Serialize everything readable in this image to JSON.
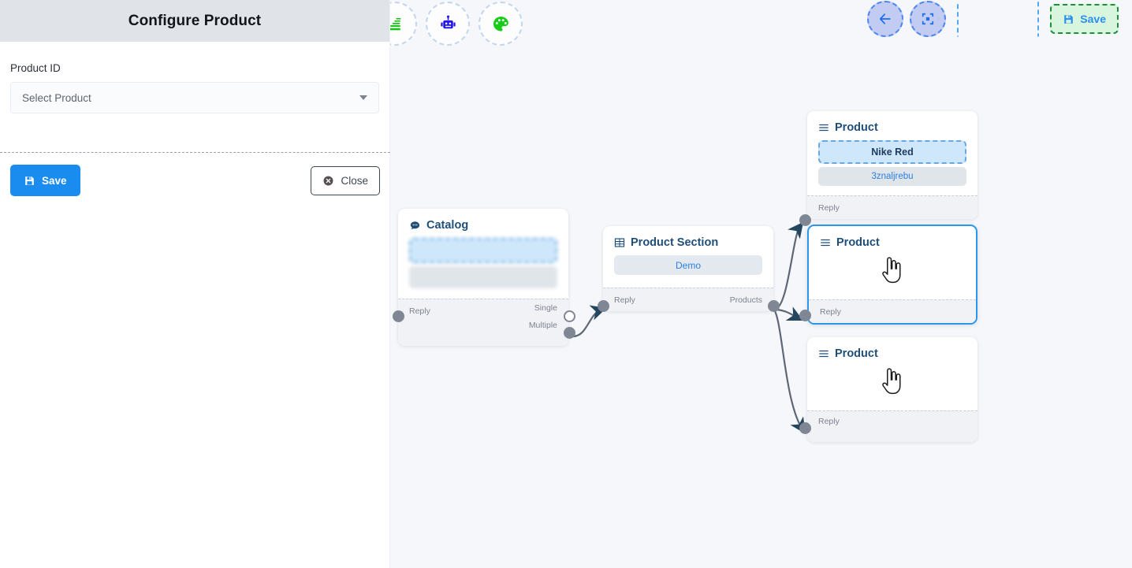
{
  "panel": {
    "title": "Configure Product",
    "field_label": "Product ID",
    "select_value": "Select Product",
    "caret_icon": "chevron-down-icon",
    "save_label": "Save",
    "save_icon": "save-disk-icon",
    "close_label": "Close",
    "close_icon": "close-circle-icon"
  },
  "toolbar": {
    "left_buttons": [
      {
        "name": "layers-stack-icon",
        "label": ""
      },
      {
        "name": "robot-icon",
        "label": ""
      },
      {
        "name": "palette-icon",
        "label": ""
      }
    ],
    "back_icon": "arrow-left-icon",
    "fit_icon": "compress-fit-icon",
    "placeholder_slot": "",
    "save_label": "Save",
    "save_icon": "save-disk-icon"
  },
  "nodes": [
    {
      "id": "catalog",
      "title": "Catalog",
      "icon": "chat-bubble-icon",
      "items": [
        {
          "type": "dashed",
          "text": ""
        },
        {
          "type": "gray",
          "text": ""
        }
      ],
      "ports_left": [
        "Reply"
      ],
      "ports_right": [
        "Single",
        "Multiple"
      ]
    },
    {
      "id": "product-section",
      "title": "Product Section",
      "icon": "table-grid-icon",
      "items": [
        {
          "type": "demo",
          "text": "Demo"
        }
      ],
      "ports_left": [
        "Reply"
      ],
      "ports_right": [
        "Products"
      ]
    },
    {
      "id": "product-1",
      "title": "Product",
      "icon": "list-lines-icon",
      "items": [
        {
          "type": "dashed",
          "text": "Nike Red"
        },
        {
          "type": "gray",
          "text": "3znaljrebu"
        }
      ],
      "ports_left": [
        "Reply"
      ],
      "ports_right": [],
      "selected": false
    },
    {
      "id": "product-2",
      "title": "Product",
      "icon": "list-lines-icon",
      "items": [
        {
          "type": "cursor",
          "text": ""
        }
      ],
      "ports_left": [
        "Reply"
      ],
      "ports_right": [],
      "selected": true
    },
    {
      "id": "product-3",
      "title": "Product",
      "icon": "list-lines-icon",
      "items": [
        {
          "type": "cursor",
          "text": ""
        }
      ],
      "ports_left": [
        "Reply"
      ],
      "ports_right": [],
      "selected": false
    }
  ],
  "colors": {
    "accent_blue": "#1a8cf0",
    "node_title": "#1f4e79",
    "canvas_bg": "#f5f7fa",
    "panel_header_bg": "#e0e3e7",
    "save_green_bg": "#d8f5de",
    "save_green_border": "#1d8f38",
    "port_gray": "#7f8794",
    "edge_gray": "#5d6775"
  }
}
